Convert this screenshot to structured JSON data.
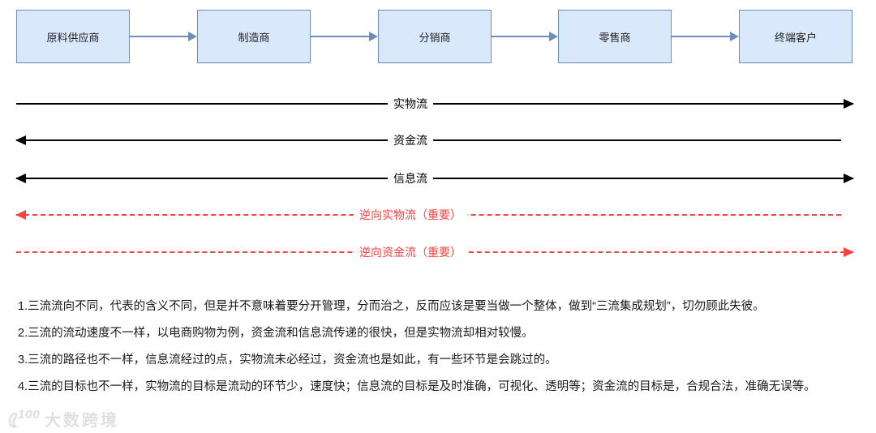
{
  "diagram": {
    "nodes": [
      {
        "label": "原料供应商"
      },
      {
        "label": "制造商"
      },
      {
        "label": "分销商"
      },
      {
        "label": "零售商"
      },
      {
        "label": "终端客户"
      }
    ],
    "flows": [
      {
        "label": "实物流",
        "direction": "right",
        "style": "solid",
        "color": "#000000"
      },
      {
        "label": "资金流",
        "direction": "left",
        "style": "solid",
        "color": "#000000"
      },
      {
        "label": "信息流",
        "direction": "both",
        "style": "solid",
        "color": "#000000"
      },
      {
        "label": "逆向实物流（重要）",
        "direction": "left",
        "style": "dashed",
        "color": "#f5433f"
      },
      {
        "label": "逆向资金流（重要）",
        "direction": "right",
        "style": "dashed",
        "color": "#f5433f"
      }
    ],
    "colors": {
      "node_fill": "#dae8fc",
      "node_border": "#6c8ebf",
      "connector": "#6c8ebf",
      "flow_black": "#000000",
      "flow_red": "#f5433f"
    }
  },
  "notes": [
    "1.三流流向不同，代表的含义不同，但是并不意味着要分开管理，分而治之，反而应该是要当做一个整体，做到“三流集成规划”，切勿顾此失彼。",
    "2.三流的流动速度不一样，以电商购物为例，资金流和信息流传递的很快，但是实物流却相对较慢。",
    "3.三流的路径也不一样，信息流经过的点，实物流未必经过，资金流也是如此，有一些环节是会跳过的。",
    "4.三流的目标也不一样，实物流的目标是流动的环节少，速度快；信息流的目标是及时准确，可视化、透明等；资金流的目标是，合规合法，准确无误等。"
  ],
  "watermark": {
    "logo": "100",
    "text": "大数跨境"
  }
}
